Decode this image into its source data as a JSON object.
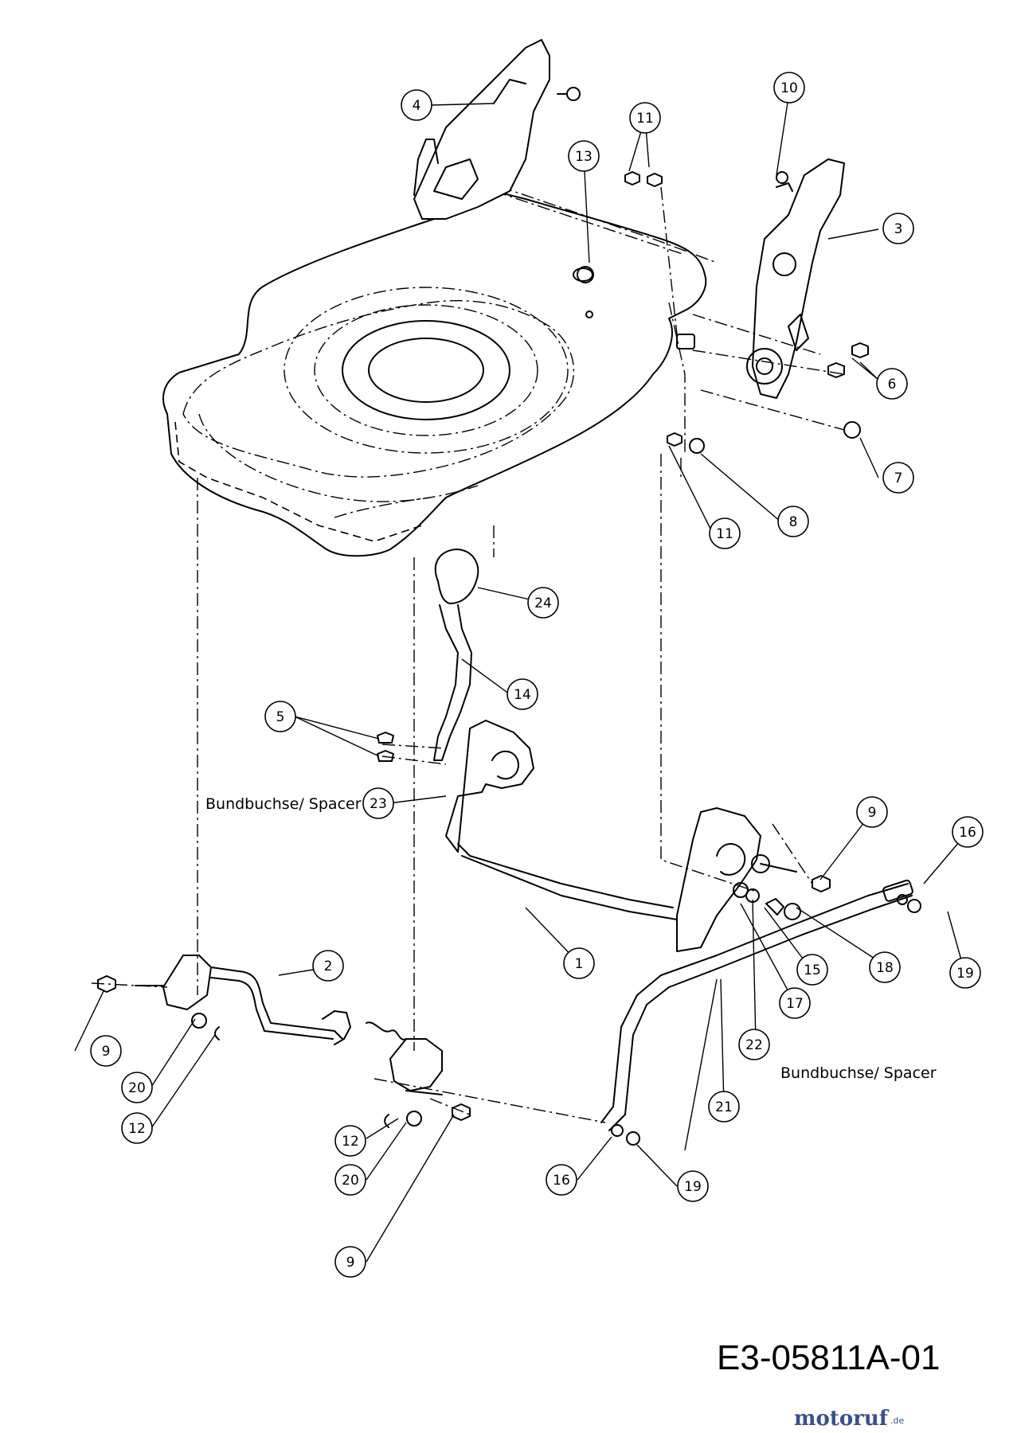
{
  "diagram": {
    "drawing_code": "E3-05811A-01",
    "watermark": {
      "text": "motoruf",
      "suffix": ".de"
    },
    "annotations": {
      "spacer_left": "Bundbuchse/ Spacer",
      "spacer_right": "Bundbuchse/ Spacer"
    },
    "callouts": [
      {
        "id": "c1",
        "num": "1"
      },
      {
        "id": "c2",
        "num": "2"
      },
      {
        "id": "c3",
        "num": "3"
      },
      {
        "id": "c4",
        "num": "4"
      },
      {
        "id": "c5",
        "num": "5"
      },
      {
        "id": "c6",
        "num": "6"
      },
      {
        "id": "c7",
        "num": "7"
      },
      {
        "id": "c8",
        "num": "8"
      },
      {
        "id": "c9a",
        "num": "9"
      },
      {
        "id": "c9b",
        "num": "9"
      },
      {
        "id": "c9c",
        "num": "9"
      },
      {
        "id": "c10",
        "num": "10"
      },
      {
        "id": "c11a",
        "num": "11"
      },
      {
        "id": "c11b",
        "num": "11"
      },
      {
        "id": "c12a",
        "num": "12"
      },
      {
        "id": "c12b",
        "num": "12"
      },
      {
        "id": "c13",
        "num": "13"
      },
      {
        "id": "c14",
        "num": "14"
      },
      {
        "id": "c15",
        "num": "15"
      },
      {
        "id": "c16a",
        "num": "16"
      },
      {
        "id": "c16b",
        "num": "16"
      },
      {
        "id": "c17",
        "num": "17"
      },
      {
        "id": "c18",
        "num": "18"
      },
      {
        "id": "c19a",
        "num": "19"
      },
      {
        "id": "c19b",
        "num": "19"
      },
      {
        "id": "c20a",
        "num": "20"
      },
      {
        "id": "c20b",
        "num": "20"
      },
      {
        "id": "c21",
        "num": "21"
      },
      {
        "id": "c22",
        "num": "22"
      },
      {
        "id": "c23",
        "num": "23"
      },
      {
        "id": "c24",
        "num": "24"
      }
    ]
  }
}
